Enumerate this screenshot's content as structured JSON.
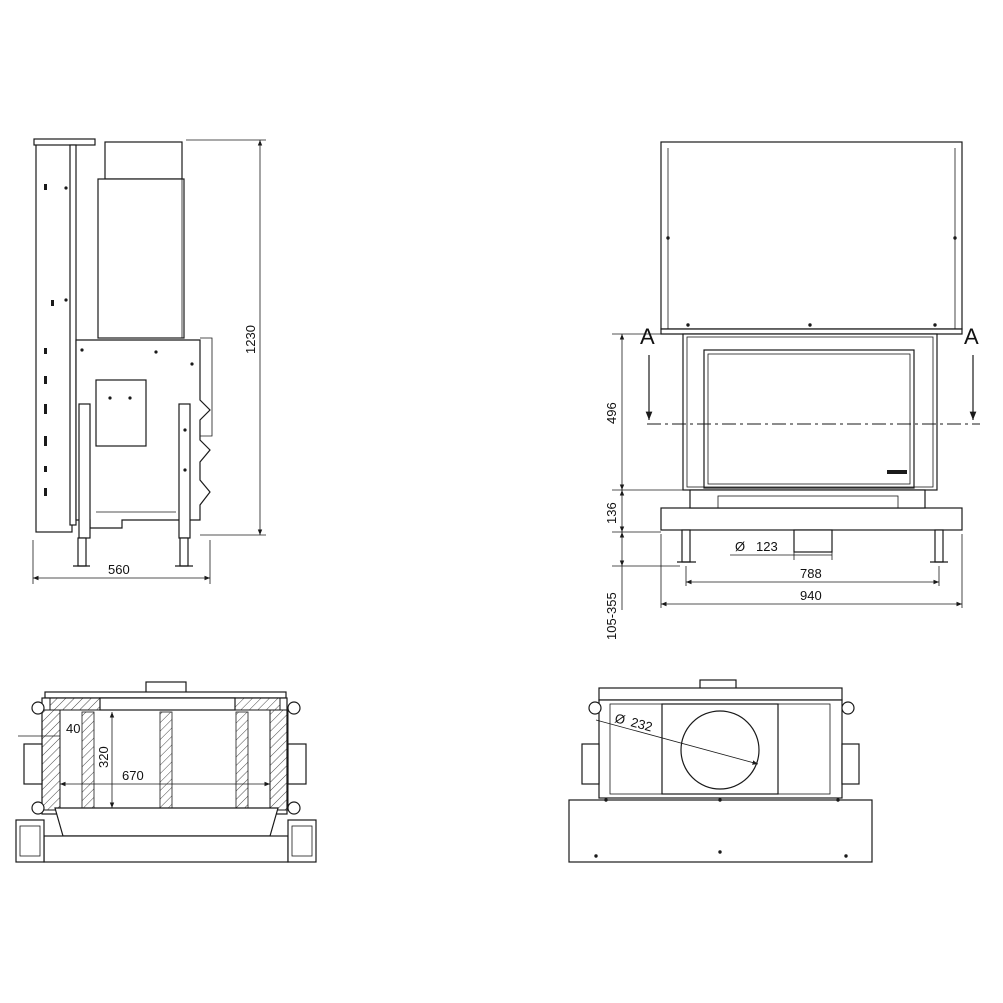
{
  "side_view": {
    "dim_width": "560",
    "dim_height": "1230"
  },
  "front_view": {
    "section_label_left": "A",
    "section_label_right": "A",
    "dim_496": "496",
    "dim_136": "136",
    "dim_leg_range": "105-355",
    "dim_pipe_symbol": "Ø",
    "dim_pipe": "123",
    "dim_788": "788",
    "dim_940": "940"
  },
  "plan_view": {
    "dim_40": "40",
    "dim_320": "320",
    "dim_670": "670"
  },
  "top_view": {
    "dim_flue_symbol": "Ø",
    "dim_flue": "232"
  }
}
